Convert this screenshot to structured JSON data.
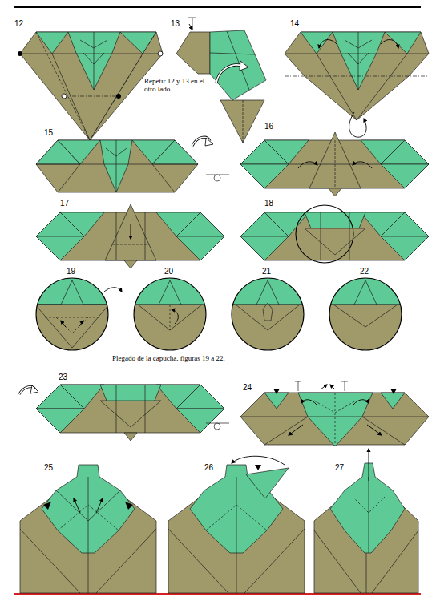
{
  "diagram": {
    "labels": [
      "12",
      "13",
      "14",
      "Repetir 12 y 13 en el otro lado.",
      "15",
      "16",
      "17",
      "18",
      "19",
      "20",
      "21",
      "22",
      "Plegado de la capucha, figuras 19 a 22.",
      "23",
      "24",
      "25",
      "26",
      "27"
    ]
  }
}
